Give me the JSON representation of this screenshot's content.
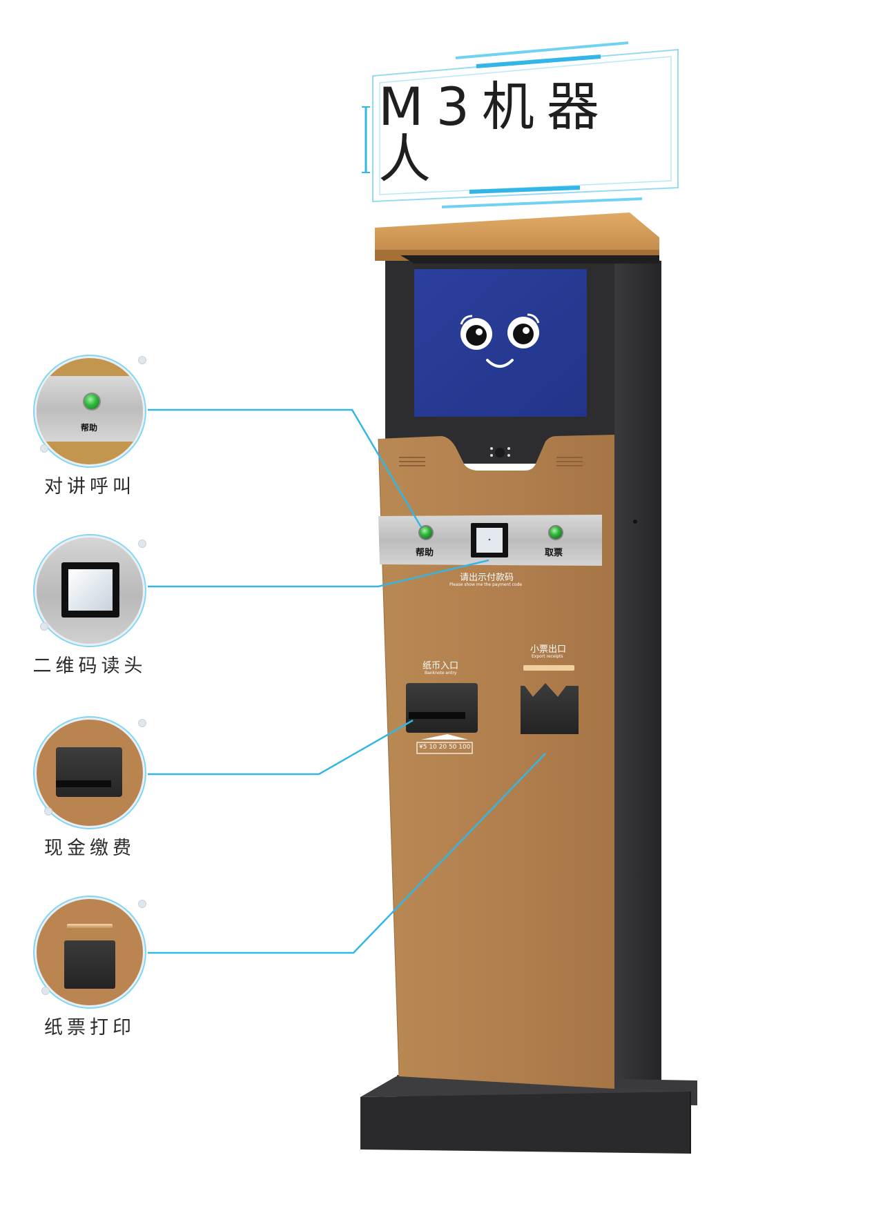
{
  "sign": {
    "title": "M3机器人"
  },
  "features": [
    {
      "label": "对讲呼叫"
    },
    {
      "label": "二维码读头"
    },
    {
      "label": "现金缴费"
    },
    {
      "label": "纸票打印"
    }
  ],
  "kiosk": {
    "help_button_label": "帮助",
    "ticket_button_label": "取票",
    "scan_prompt": "请出示付款码",
    "scan_prompt_en": "Please show me the payment code",
    "banknote_label": "纸币入口",
    "banknote_label_en": "Banknote entry",
    "banknote_denominations": "¥5 10 20 50 100",
    "receipt_label": "小票出口",
    "receipt_label_en": "Export receipts"
  },
  "colors": {
    "body_orange": "#b07e4d",
    "screen_blue": "#2a3c95",
    "accent_cyan": "#33b6e6",
    "frame_dark": "#2f2f31"
  },
  "icons": [
    "robot-face-icon",
    "help-button-icon",
    "ticket-button-icon",
    "qr-reader-icon",
    "banknote-slot-icon",
    "receipt-tray-icon"
  ]
}
